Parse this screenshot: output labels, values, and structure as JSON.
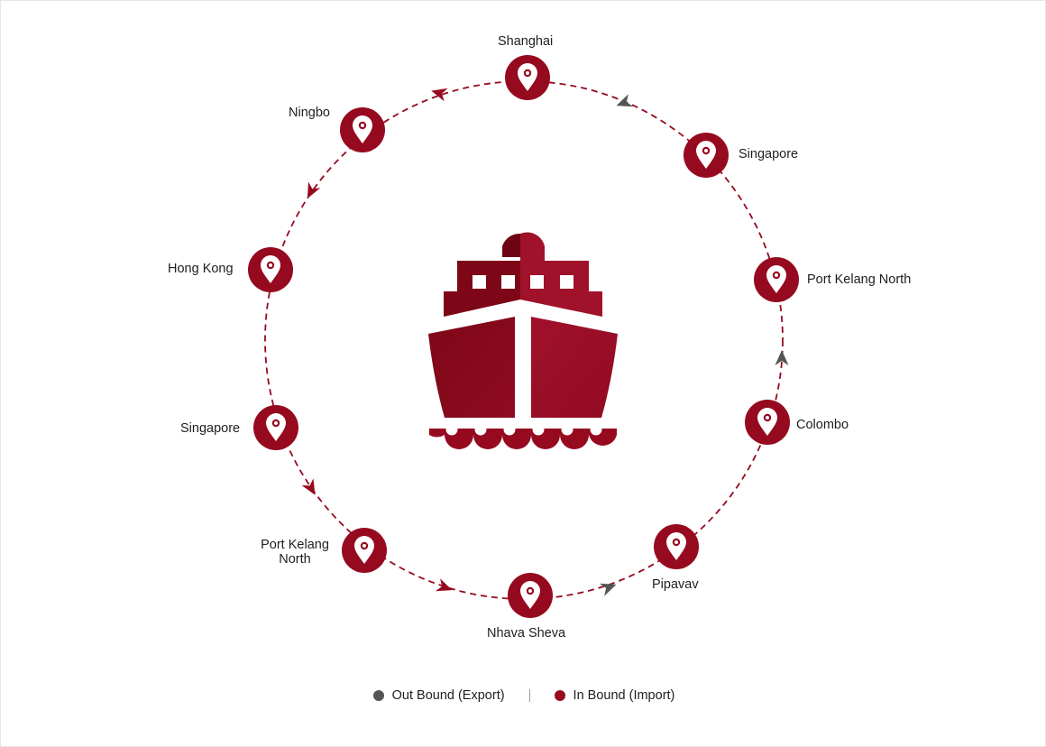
{
  "colors": {
    "import": "#960a1f",
    "export": "#555555",
    "route_line": "#960a1f"
  },
  "ports": [
    {
      "id": "shanghai",
      "label": "Shanghai"
    },
    {
      "id": "singapore-east",
      "label": "Singapore"
    },
    {
      "id": "port-kelang-north-east",
      "label": "Port Kelang North"
    },
    {
      "id": "colombo",
      "label": "Colombo"
    },
    {
      "id": "pipavav",
      "label": "Pipavav"
    },
    {
      "id": "nhava-sheva",
      "label": "Nhava Sheva"
    },
    {
      "id": "port-kelang-north-west",
      "label": "Port Kelang North"
    },
    {
      "id": "singapore-west",
      "label": "Singapore"
    },
    {
      "id": "hong-kong",
      "label": "Hong Kong"
    },
    {
      "id": "ningbo",
      "label": "Ningbo"
    }
  ],
  "route_arrows": [
    {
      "type": "export",
      "segment": "Shanghai to Singapore"
    },
    {
      "type": "export",
      "segment": "Colombo to Port Kelang North"
    },
    {
      "type": "export",
      "segment": "Nhava Sheva to Pipavav"
    },
    {
      "type": "import",
      "segment": "Port Kelang North to Nhava Sheva"
    },
    {
      "type": "import",
      "segment": "Singapore to Port Kelang North"
    },
    {
      "type": "import",
      "segment": "Ningbo to Hong Kong"
    },
    {
      "type": "import",
      "segment": "Shanghai to Ningbo"
    }
  ],
  "center_icon": "cargo-ship-icon",
  "port_icon": "location-pin-icon",
  "legend": {
    "export_label": "Out Bound (Export)",
    "import_label": "In Bound (Import)"
  }
}
